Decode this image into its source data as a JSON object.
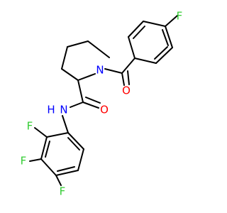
{
  "molecule": {
    "atoms": [
      {
        "id": "F1",
        "label": "F",
        "color": "#33cc33"
      },
      {
        "id": "O1",
        "label": "O",
        "color": "#ff0000"
      },
      {
        "id": "N1",
        "label": "N",
        "color": "#0000ff"
      },
      {
        "id": "O2",
        "label": "O",
        "color": "#ff0000"
      },
      {
        "id": "N2",
        "label": "N",
        "color": "#0000ff"
      },
      {
        "id": "H2",
        "label": "H",
        "color": "#0000ff"
      },
      {
        "id": "F2",
        "label": "F",
        "color": "#33cc33"
      },
      {
        "id": "F3",
        "label": "F",
        "color": "#33cc33"
      },
      {
        "id": "F4",
        "label": "F",
        "color": "#33cc33"
      }
    ],
    "bond_color": "#000000"
  }
}
